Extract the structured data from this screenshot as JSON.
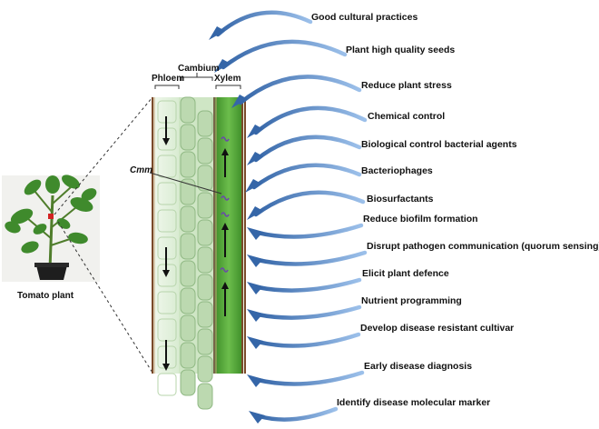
{
  "figure": {
    "tissue_labels": {
      "cambium": "Cambium",
      "phloem": "Phloem",
      "xylem": "Xylem"
    },
    "pathogen_label": "Cmm",
    "plant_caption": "Tomato plant",
    "strategies": [
      "Good cultural practices",
      "Plant high quality seeds",
      "Reduce plant stress",
      "Chemical control",
      "Biological control bacterial agents",
      "Bacteriophages",
      "Biosurfactants",
      "Reduce biofilm formation",
      "Disrupt pathogen communication (quorum sensing)",
      "Elicit plant defence",
      "Nutrient programming",
      "Develop disease resistant cultivar",
      "Early disease diagnosis",
      "Identify disease molecular marker"
    ]
  },
  "colors": {
    "arrow": "#4a7fc1",
    "xylem_green": "#57a63b",
    "tissue_light": "#dcedd5",
    "stem_border": "#7a4a2a"
  }
}
